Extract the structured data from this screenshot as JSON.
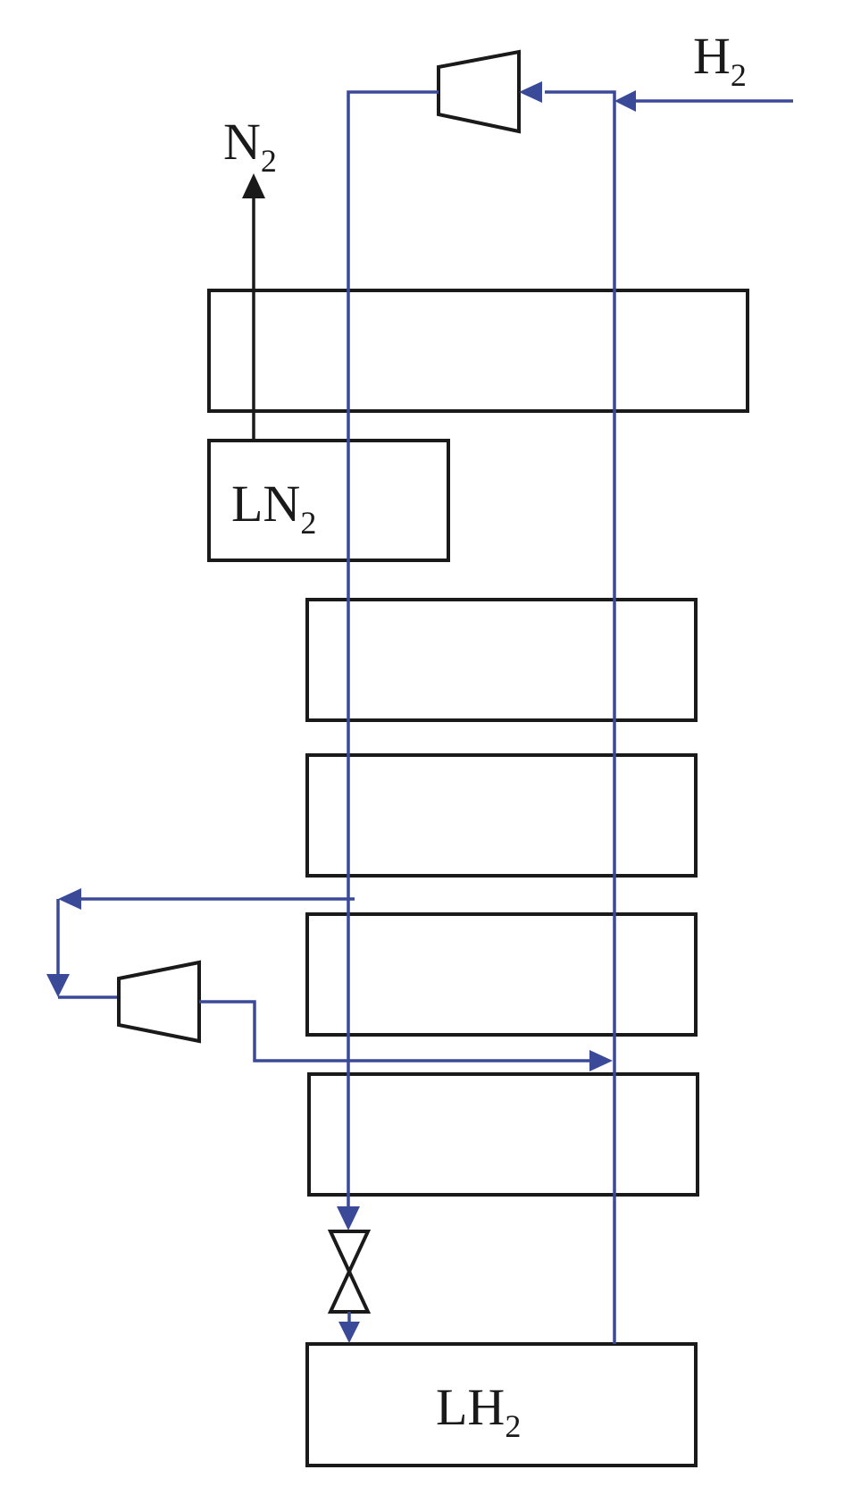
{
  "colors": {
    "flow_line": "#3b4a98",
    "outline": "#1a1a1a",
    "background": "#ffffff"
  },
  "labels": {
    "h2_inlet": {
      "main": "H",
      "sub": "2"
    },
    "n2_outlet": {
      "main": "N",
      "sub": "2"
    },
    "ln2_bath": {
      "main": "LN",
      "sub": "2"
    },
    "lh2_tank": {
      "main": "LH",
      "sub": "2"
    }
  }
}
